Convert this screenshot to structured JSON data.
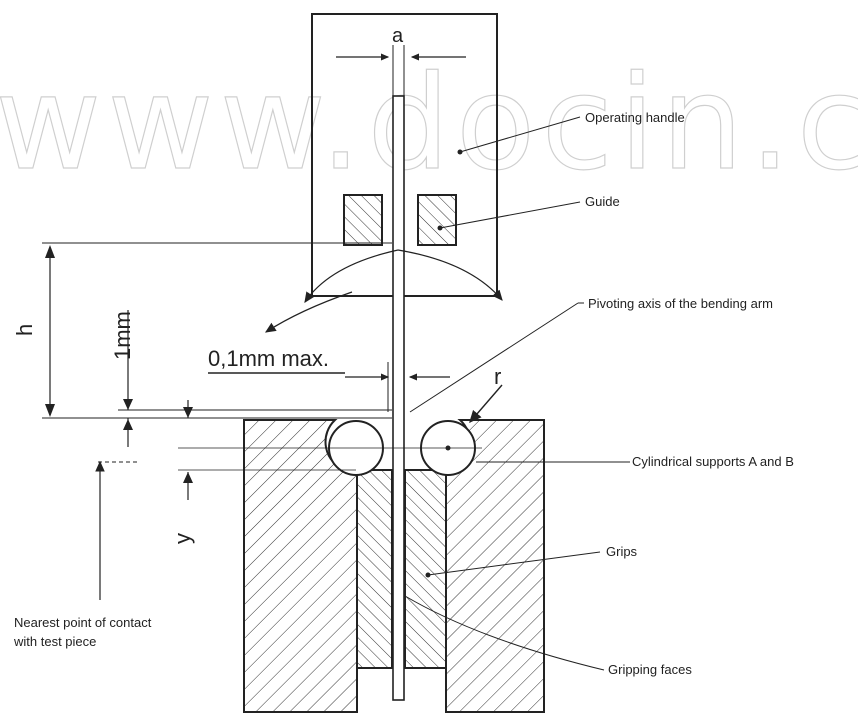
{
  "watermark": "www.docin.com",
  "labels": {
    "operating_handle": "Operating handle",
    "guide": "Guide",
    "pivoting_axis": "Pivoting axis of the bending arm",
    "cylindrical_supports": "Cylindrical supports A and B",
    "grips": "Grips",
    "gripping_faces": "Gripping faces",
    "nearest_point_line1": "Nearest point of contact",
    "nearest_point_line2": "with test piece"
  },
  "dimensions": {
    "a": "a",
    "h": "h",
    "one_mm": "1mm",
    "clearance": "0,1mm max.",
    "r": "r",
    "y": "y"
  },
  "colors": {
    "ink": "#222222",
    "watermark": "#cfcfcf"
  }
}
